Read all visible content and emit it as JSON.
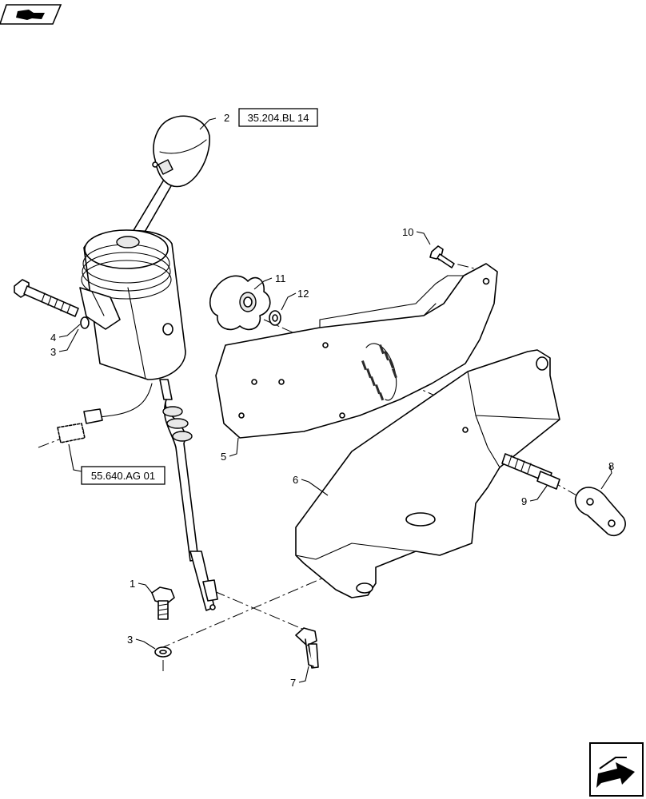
{
  "references": {
    "top": "35.204.BL 14",
    "left": "55.640.AG 01"
  },
  "callouts": {
    "c1": "1",
    "c2": "2",
    "c3a": "3",
    "c3b": "3",
    "c4": "4",
    "c5": "5",
    "c6": "6",
    "c7": "7",
    "c8": "8",
    "c9": "9",
    "c10": "10",
    "c11": "11",
    "c12": "12"
  },
  "icons": {
    "top_left": "book-arrow-icon",
    "bottom_right": "next-page-arrow-icon"
  }
}
